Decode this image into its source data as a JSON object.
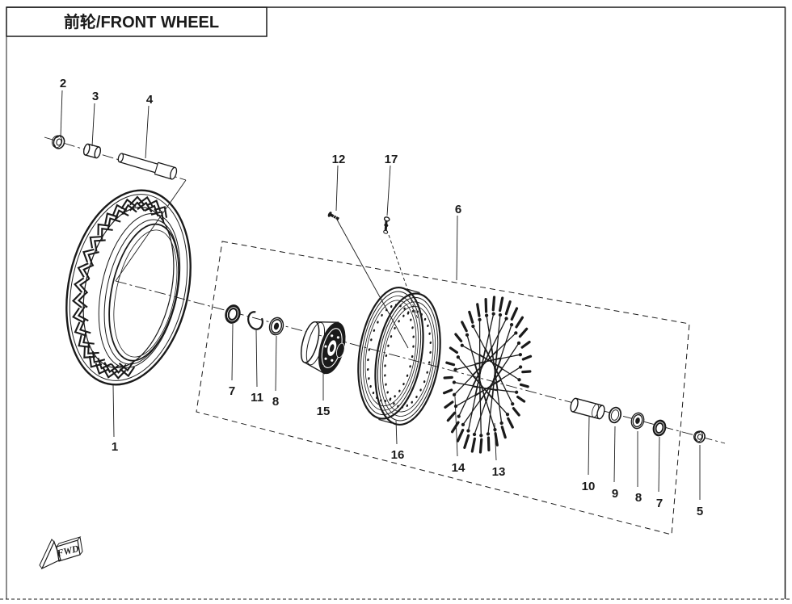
{
  "header": {
    "title": "前轮/FRONT WHEEL"
  },
  "diagram": {
    "fwd_label": "FWD",
    "callouts": {
      "n1": "1",
      "n2": "2",
      "n3": "3",
      "n4": "4",
      "n5": "5",
      "n6": "6",
      "n7a": "7",
      "n7b": "7",
      "n8a": "8",
      "n8b": "8",
      "n9": "9",
      "n10": "10",
      "n11": "11",
      "n12": "12",
      "n13": "13",
      "n14": "14",
      "n15": "15",
      "n16": "16",
      "n17": "17"
    }
  },
  "colors": {
    "background": "#ffffff",
    "line": "#1a1a1a"
  }
}
